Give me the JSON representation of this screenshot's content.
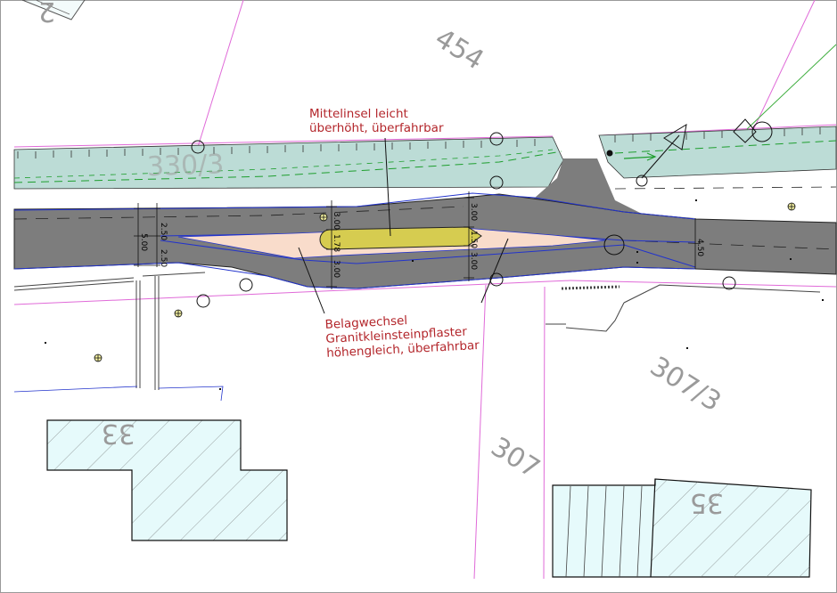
{
  "parcels": {
    "p454": "454",
    "p330_3": "330/3",
    "p307_3": "307/3",
    "p307": "307",
    "h33": "33",
    "h35": "35",
    "top_left": "2"
  },
  "annotations": {
    "island_line1": "Mittelinsel leicht",
    "island_line2": "überhöht, überfahrbar",
    "surface_line1": "Belagwechsel",
    "surface_line2": "Granitkleinsteinpflaster",
    "surface_line3": "höhengleich, überfahrbar"
  },
  "dimensions": {
    "d_left_top": "2.50",
    "d_left_total": "5.00",
    "d_left_bot": "2.50",
    "d_mid_top": "3.00",
    "d_mid_island": "1.78",
    "d_mid_bot": "3.00",
    "d_right_top": "3.00",
    "d_right_island": "1.50",
    "d_right_bot": "3.00",
    "d_far_right": "4.50"
  },
  "colors": {
    "road": "#7d7d7d",
    "sidewalk": "#bcdcd6",
    "island": "#d6cc50",
    "paving": "#f9dccb",
    "building": "#e6fafb",
    "parcel_line": "#e06ad8",
    "annotation": "#b3262b",
    "road_edge": "#2233cc",
    "path_line": "#1e9e2e"
  }
}
